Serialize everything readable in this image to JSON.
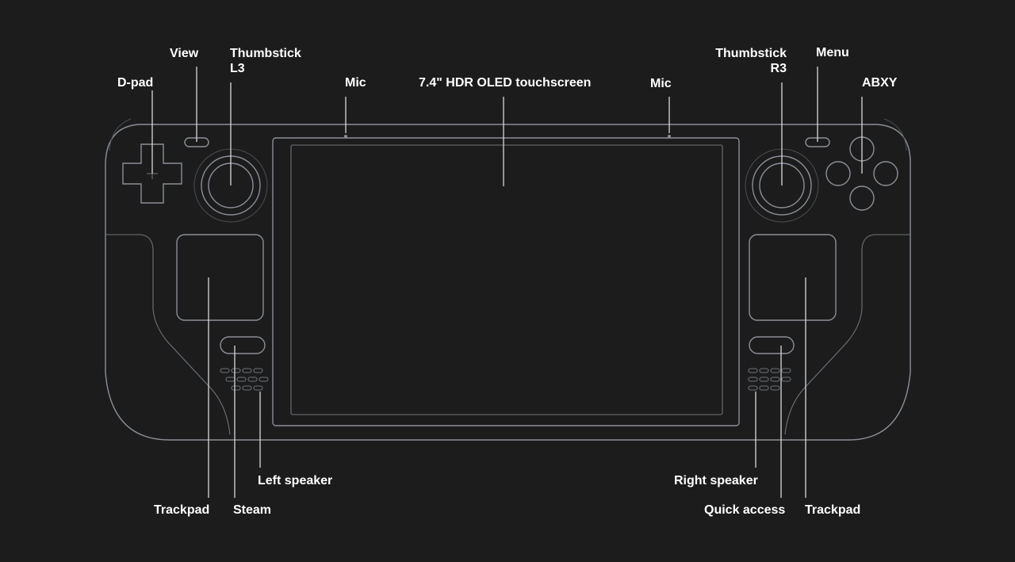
{
  "labels": {
    "dpad": "D-pad",
    "view": "View",
    "thumbstick_left_line1": "Thumbstick",
    "thumbstick_left_line2": "L3",
    "mic_left": "Mic",
    "screen": "7.4\" HDR OLED touchscreen",
    "mic_right": "Mic",
    "thumbstick_right_line1": "Thumbstick",
    "thumbstick_right_line2": "R3",
    "menu": "Menu",
    "abxy": "ABXY",
    "left_speaker": "Left speaker",
    "right_speaker": "Right speaker",
    "trackpad_left": "Trackpad",
    "steam": "Steam",
    "quick_access": "Quick access",
    "trackpad_right": "Trackpad"
  },
  "colors": {
    "background": "#1c1c1c",
    "outline": "#8b8f96",
    "leader": "#d9d9d9",
    "label": "#ffffff"
  }
}
